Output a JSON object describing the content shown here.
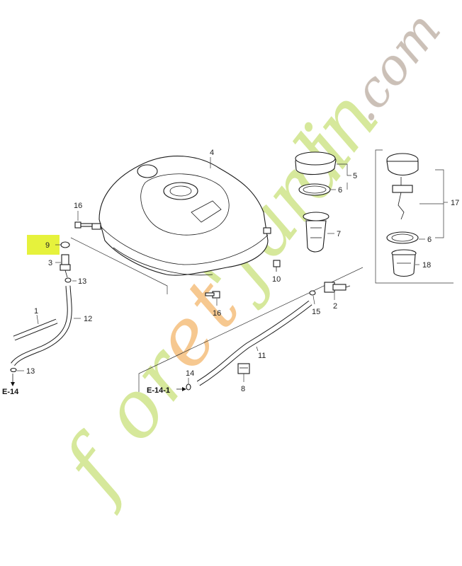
{
  "diagram": {
    "callouts": [
      {
        "id": "c1",
        "text": "1"
      },
      {
        "id": "c2",
        "text": "2"
      },
      {
        "id": "c3",
        "text": "3"
      },
      {
        "id": "c4",
        "text": "4"
      },
      {
        "id": "c5",
        "text": "5"
      },
      {
        "id": "c6a",
        "text": "6"
      },
      {
        "id": "c6b",
        "text": "6"
      },
      {
        "id": "c7",
        "text": "7"
      },
      {
        "id": "c8",
        "text": "8"
      },
      {
        "id": "c9",
        "text": "9"
      },
      {
        "id": "c10",
        "text": "10"
      },
      {
        "id": "c11",
        "text": "11"
      },
      {
        "id": "c12",
        "text": "12"
      },
      {
        "id": "c13a",
        "text": "13"
      },
      {
        "id": "c13b",
        "text": "13"
      },
      {
        "id": "c14",
        "text": "14"
      },
      {
        "id": "c15",
        "text": "15"
      },
      {
        "id": "c16a",
        "text": "16"
      },
      {
        "id": "c16b",
        "text": "16"
      },
      {
        "id": "c17",
        "text": "17"
      },
      {
        "id": "c18",
        "text": "18"
      }
    ],
    "references": {
      "e14": "E-14",
      "e141": "E-14-1"
    },
    "highlight_color": "#e6f23c"
  },
  "watermark": {
    "text": "foret'jardin.com",
    "color_green": "#c8e26a",
    "color_orange": "#f5b86b",
    "color_brown": "#b8aaa0"
  }
}
